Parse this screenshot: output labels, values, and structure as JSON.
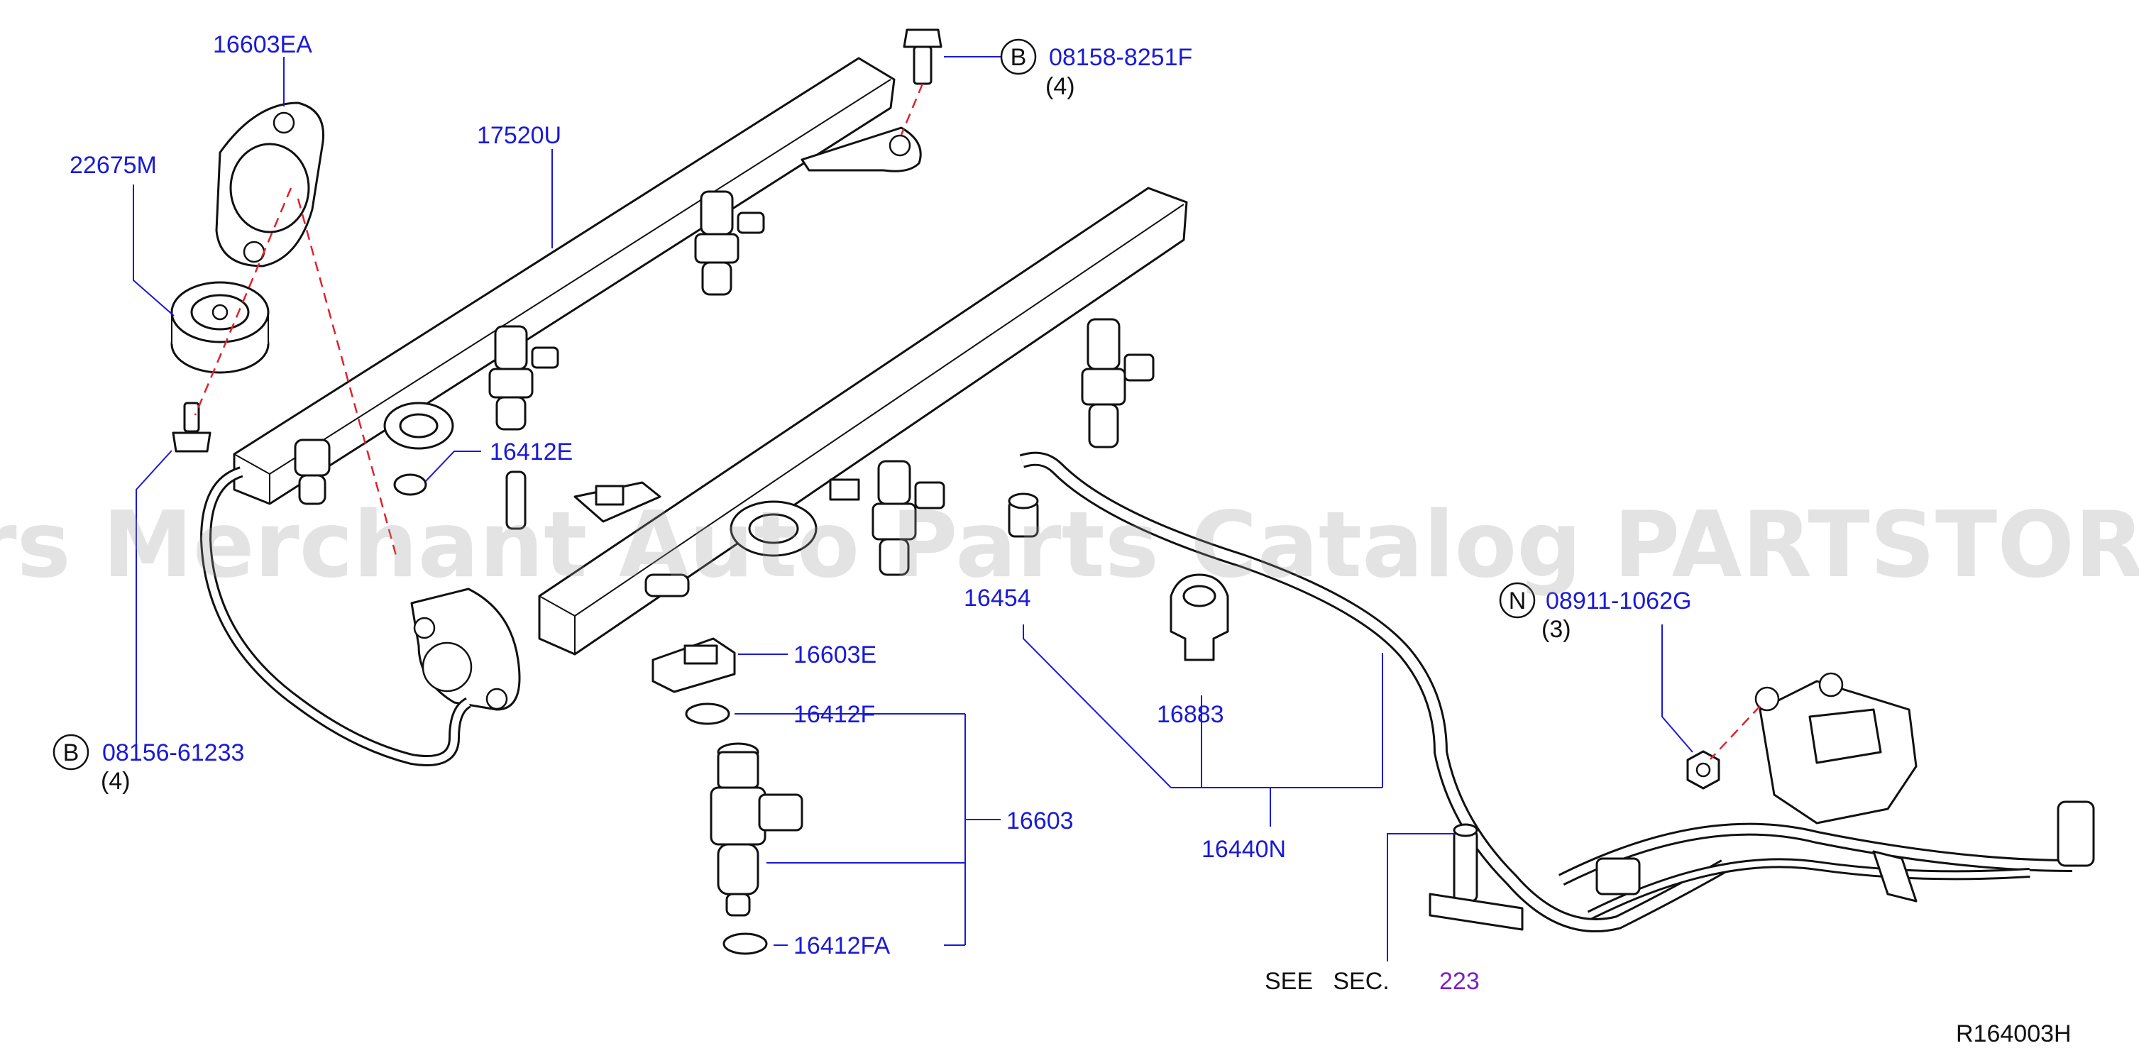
{
  "diagram": {
    "callouts": {
      "gasket_top": "16603EA",
      "damper": "22675M",
      "fuel_rail": "17520U",
      "bolt_top": "08158-8251F",
      "bolt_top_qty": "(4)",
      "bolt_left": "08156-61233",
      "bolt_left_qty": "(4)",
      "oring_mid": "16412E",
      "hose_end": "16454",
      "clip": "16883",
      "hose_assembly": "16440N",
      "injector_clip": "16603E",
      "oring_upper": "16412F",
      "injector": "16603",
      "oring_lower": "16412FA",
      "nut": "08911-1062G",
      "nut_qty": "(3)"
    },
    "markers": {
      "b_top": "B",
      "b_left": "B",
      "n_right": "N"
    },
    "see_section": {
      "prefix": "SEE   SEC.",
      "number": "223"
    },
    "reference_code": "R164003H",
    "watermark": "Offers Merchant Auto Parts Catalog PARTSTORE.SA"
  },
  "colors": {
    "callout": "#1a1ad6",
    "dashed_line": "#e0222a",
    "section_link": "#7a1fc9",
    "outline": "#111111"
  }
}
